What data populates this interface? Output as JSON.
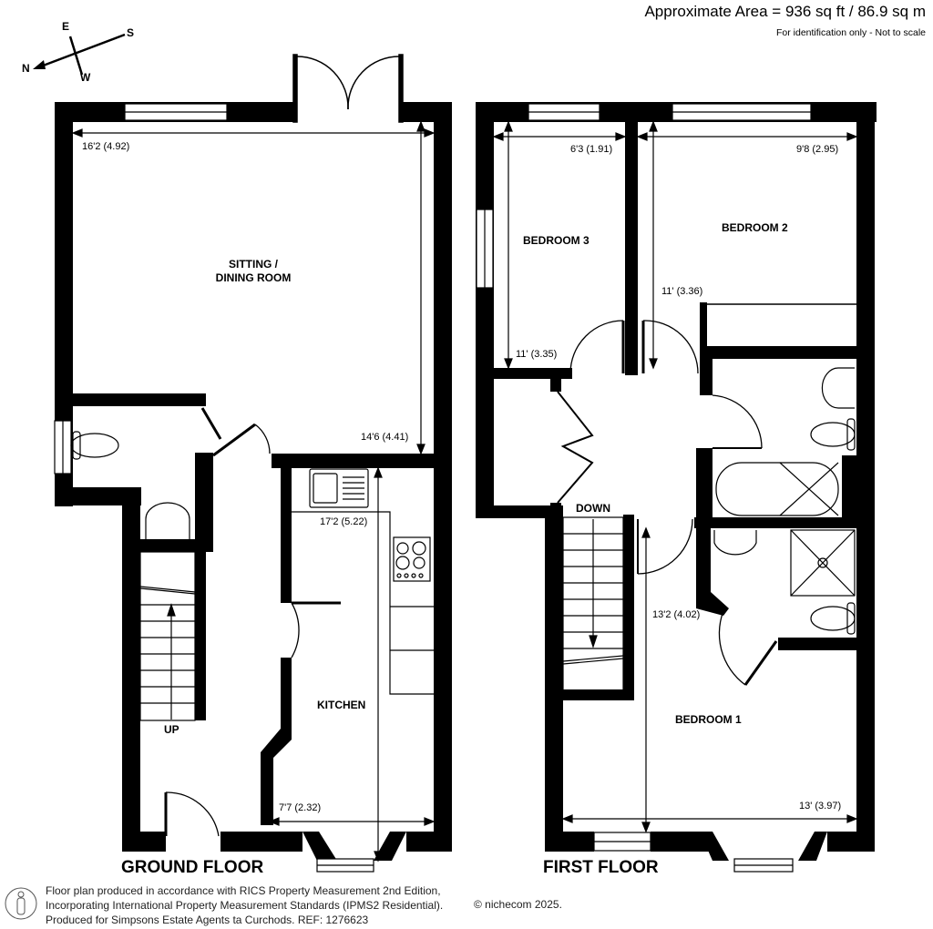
{
  "header": {
    "approx_area": "Approximate Area = 936 sq ft / 86.9 sq m",
    "disclaimer": "For identification only - Not to scale"
  },
  "compass": {
    "n": "N",
    "e": "E",
    "s": "S",
    "w": "W",
    "icon": "compass-arrow-icon"
  },
  "ground_floor": {
    "label": "GROUND FLOOR",
    "rooms": {
      "sitting": {
        "line1": "SITTING /",
        "line2": "DINING ROOM"
      },
      "kitchen": {
        "name": "KITCHEN"
      },
      "stairs_up": "UP"
    },
    "dimensions": {
      "sitting_width": "16'2 (4.92)",
      "sitting_depth": "14'6 (4.41)",
      "kitchen_depth": "17'2 (5.22)",
      "kitchen_width": "7'7 (2.32)"
    }
  },
  "first_floor": {
    "label": "FIRST FLOOR",
    "rooms": {
      "bedroom3": "BEDROOM 3",
      "bedroom2": "BEDROOM 2",
      "bedroom1": "BEDROOM 1",
      "stairs_down": "DOWN"
    },
    "dimensions": {
      "bed3_width": "6'3 (1.91)",
      "bed3_depth": "11' (3.35)",
      "bed2_width": "9'8 (2.95)",
      "bed2_depth": "11' (3.36)",
      "bed1_depth": "13'2 (4.02)",
      "bed1_width": "13' (3.97)"
    }
  },
  "footer": {
    "line1": "Floor plan produced in accordance with RICS Property Measurement 2nd Edition,",
    "line2": "Incorporating International Property Measurement Standards (IPMS2 Residential).",
    "line3": "Produced for Simpsons Estate Agents ta Curchods.   REF: 1276623",
    "copyright": "© nichecom 2025."
  },
  "colors": {
    "wall": "#000000",
    "background": "#ffffff",
    "text": "#000000"
  }
}
